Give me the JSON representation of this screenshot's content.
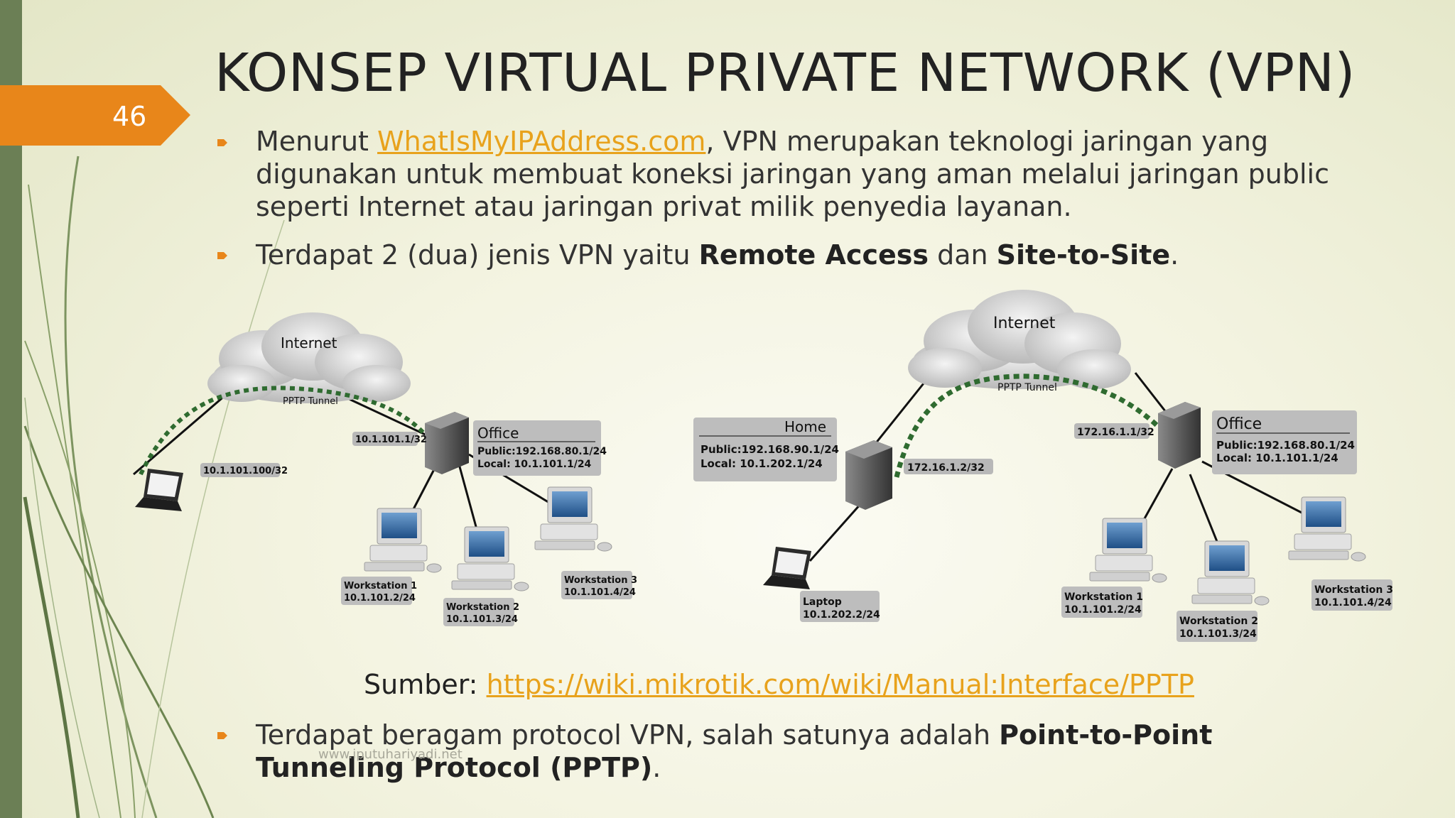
{
  "slide": {
    "page_number": "46",
    "title": "KONSEP VIRTUAL PRIVATE NETWORK (VPN)",
    "bullet1": {
      "prefix": "Menurut ",
      "link_text": "WhatIsMyIPAddress.com",
      "suffix": ", VPN merupakan teknologi jaringan yang digunakan untuk membuat koneksi jaringan yang aman melalui jaringan public seperti Internet atau jaringan privat milik penyedia layanan."
    },
    "bullet2": {
      "prefix": "Terdapat 2 (dua) jenis VPN yaitu ",
      "bold1": "Remote Access",
      "middle": " dan ",
      "bold2": "Site-to-Site",
      "suffix": "."
    },
    "source": {
      "label": "Sumber: ",
      "link_text": "https://wiki.mikrotik.com/wiki/Manual:Interface/PPTP"
    },
    "bullet3": {
      "prefix": "Terdapat beragam protocol VPN, salah satunya adalah ",
      "bold": "Point-to-Point Tunneling Protocol (PPTP)",
      "suffix": "."
    },
    "watermark": "www.iputuhariyadi.net",
    "colors": {
      "accent": "#e8861a",
      "sidebar": "#6b7f55",
      "link": "#e8a21c"
    }
  },
  "diagram_left": {
    "cloud_label": "Internet",
    "tunnel_label": "PPTP Tunnel",
    "laptop_ip": "10.1.101.100/32",
    "office_tunnel_ip": "10.1.101.1/32",
    "office": {
      "name": "Office",
      "public": "Public:192.168.80.1/24",
      "local": "Local: 10.1.101.1/24"
    },
    "workstations": [
      {
        "name": "Workstation 1",
        "ip": "10.1.101.2/24"
      },
      {
        "name": "Workstation 2",
        "ip": "10.1.101.3/24"
      },
      {
        "name": "Workstation 3",
        "ip": "10.1.101.4/24"
      }
    ]
  },
  "diagram_right": {
    "cloud_label": "Internet",
    "tunnel_label": "PPTP Tunnel",
    "home": {
      "name": "Home",
      "public": "Public:192.168.90.1/24",
      "local": "Local: 10.1.202.1/24"
    },
    "home_tunnel_ip": "172.16.1.2/32",
    "office_tunnel_ip": "172.16.1.1/32",
    "office": {
      "name": "Office",
      "public": "Public:192.168.80.1/24",
      "local": "Local: 10.1.101.1/24"
    },
    "laptop": {
      "name": "Laptop",
      "ip": "10.1.202.2/24"
    },
    "workstations": [
      {
        "name": "Workstation 1",
        "ip": "10.1.101.2/24"
      },
      {
        "name": "Workstation 2",
        "ip": "10.1.101.3/24"
      },
      {
        "name": "Workstation 3",
        "ip": "10.1.101.4/24"
      }
    ]
  }
}
